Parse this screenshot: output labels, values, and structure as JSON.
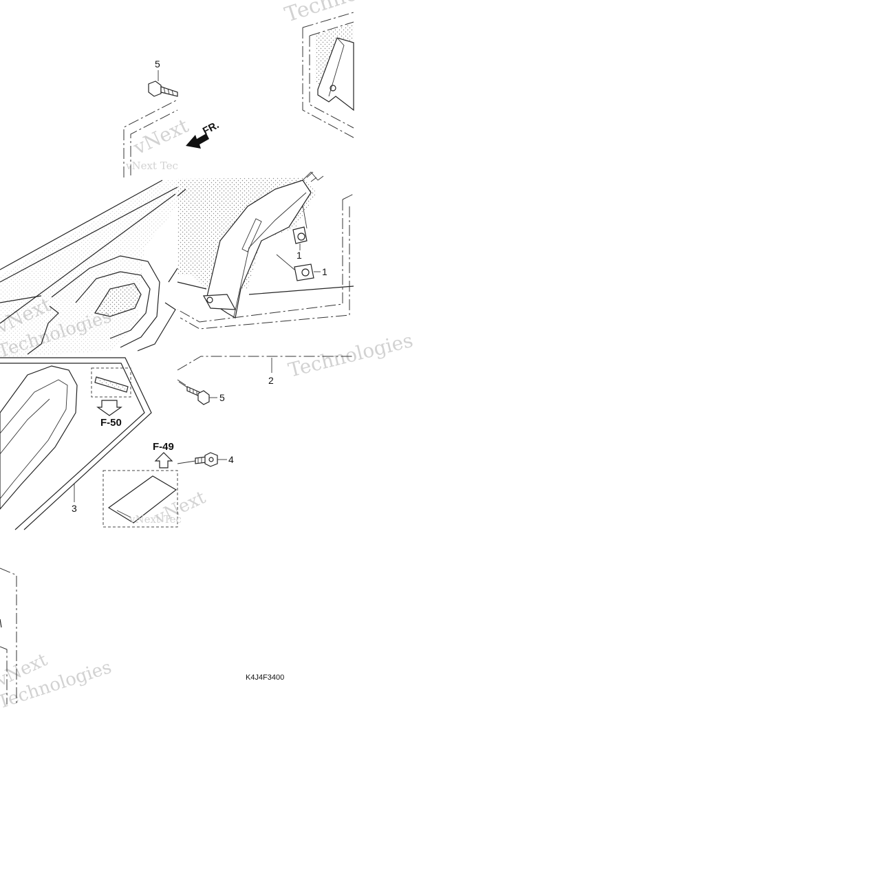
{
  "diagram": {
    "drawing_code": "K4J4F3400",
    "front_arrow_label": "FR.",
    "references": {
      "f50": "F-50",
      "f49": "F-49"
    },
    "callouts": {
      "c5_top": "5",
      "c1_a": "1",
      "c1_b": "1",
      "c2": "2",
      "c5_mid": "5",
      "c4": "4",
      "c3": "3"
    },
    "watermark": {
      "line1": "vNext",
      "line2": "Technologies",
      "combined": "vNext Tec"
    }
  }
}
